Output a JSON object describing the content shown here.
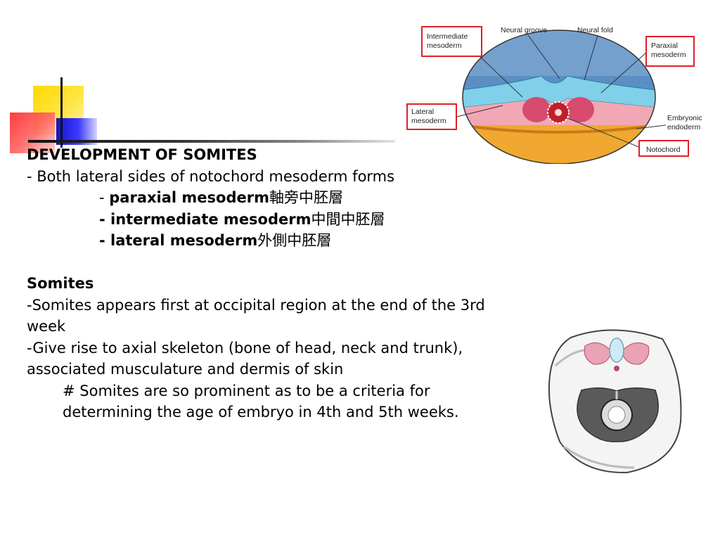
{
  "text": {
    "heading": "DEVELOPMENT OF SOMITES",
    "intro": "- Both lateral sides of notochord mesoderm forms",
    "items": [
      {
        "prefix": "- ",
        "term": "paraxial mesoderm",
        "cjk": "軸旁中胚層"
      },
      {
        "prefix": "",
        "term": "- intermediate mesoderm",
        "cjk": "中間中胚層"
      },
      {
        "prefix": "",
        "term": "- lateral mesoderm",
        "cjk": "外側中胚層"
      }
    ],
    "somites_heading": "Somites",
    "somites_line1": "-Somites appears first at occipital region at the end of the 3rd week",
    "somites_line2": "-Give rise to axial skeleton (bone of head, neck and trunk), associated musculature and dermis of skin",
    "somites_note": "# Somites are so prominent as to be a criteria for determining the age of embryo in 4th and 5th weeks."
  },
  "figure_top": {
    "labels": {
      "intermediate_mesoderm": [
        "Intermediate",
        "mesoderm"
      ],
      "neural_groove": "Neural groove",
      "neural_fold": "Neural fold",
      "paraxial_mesoderm": [
        "Paraxial",
        "mesoderm"
      ],
      "lateral_mesoderm": [
        "Lateral",
        "mesoderm"
      ],
      "embryonic_endoderm": [
        "Embryonic",
        "endoderm"
      ],
      "notochord": "Notochord"
    },
    "colors": {
      "amniotic": "#5b8fc4",
      "ectoderm": "#7fd0e8",
      "mesoderm": "#f2a7b4",
      "somite": "#d64b6e",
      "yolk": "#f0a830",
      "label_box": "#e0202a"
    }
  }
}
